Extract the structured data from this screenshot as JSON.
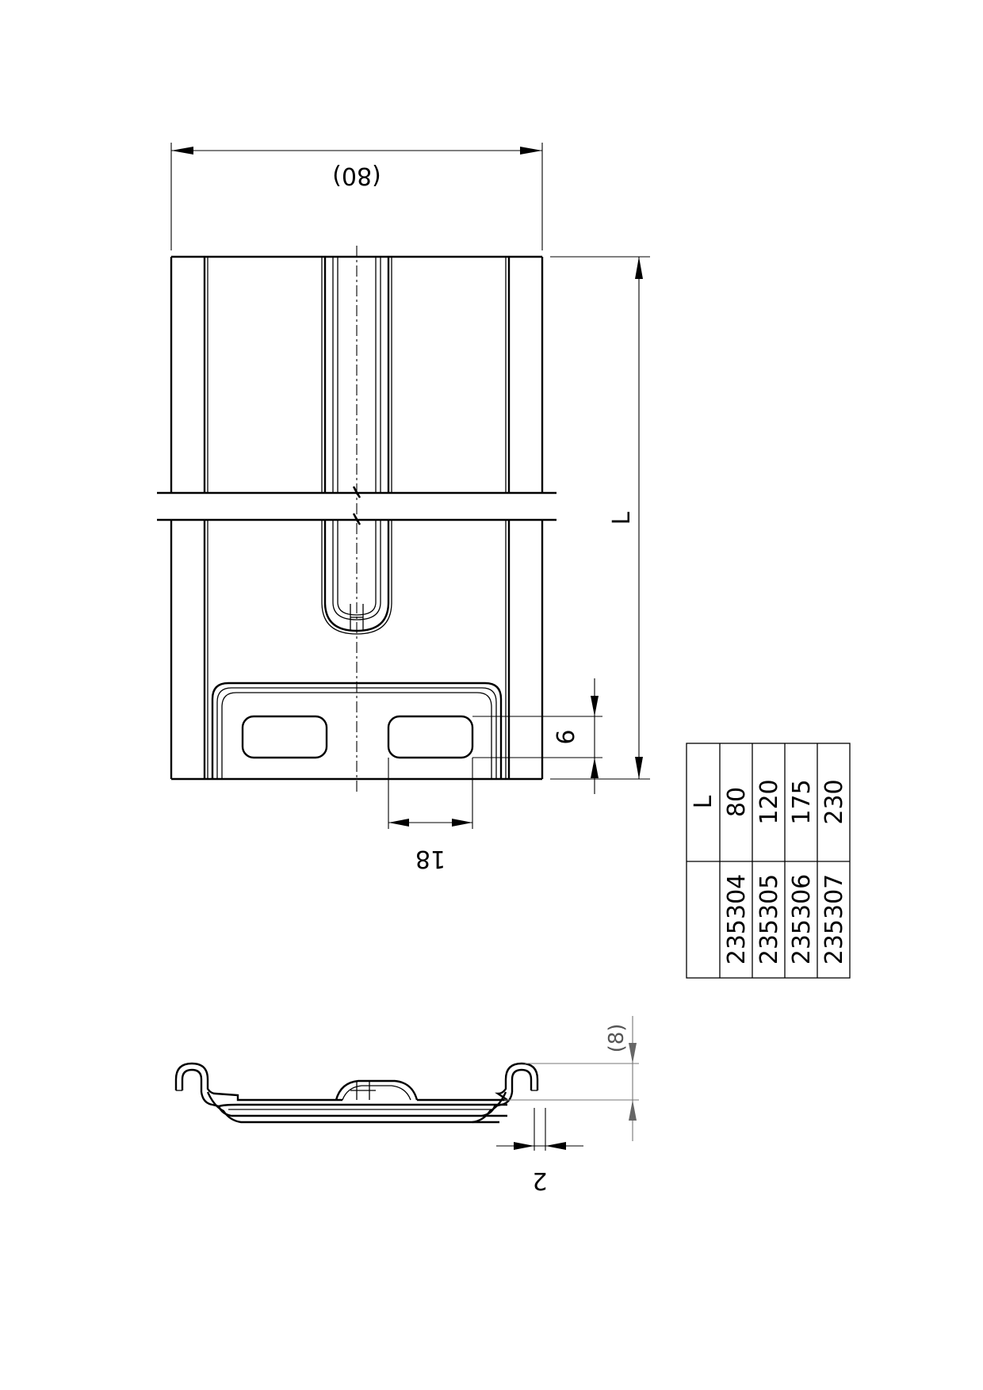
{
  "dimensions": {
    "width": "(80)",
    "length": "L",
    "slot_height": "9",
    "slot_width": "18",
    "profile_height": "(8)",
    "edge_offset": "2"
  },
  "table": {
    "header_label": "L",
    "rows": [
      {
        "part_number": "235304",
        "length": "80"
      },
      {
        "part_number": "235305",
        "length": "120"
      },
      {
        "part_number": "235306",
        "length": "175"
      },
      {
        "part_number": "235307",
        "length": "230"
      }
    ]
  }
}
